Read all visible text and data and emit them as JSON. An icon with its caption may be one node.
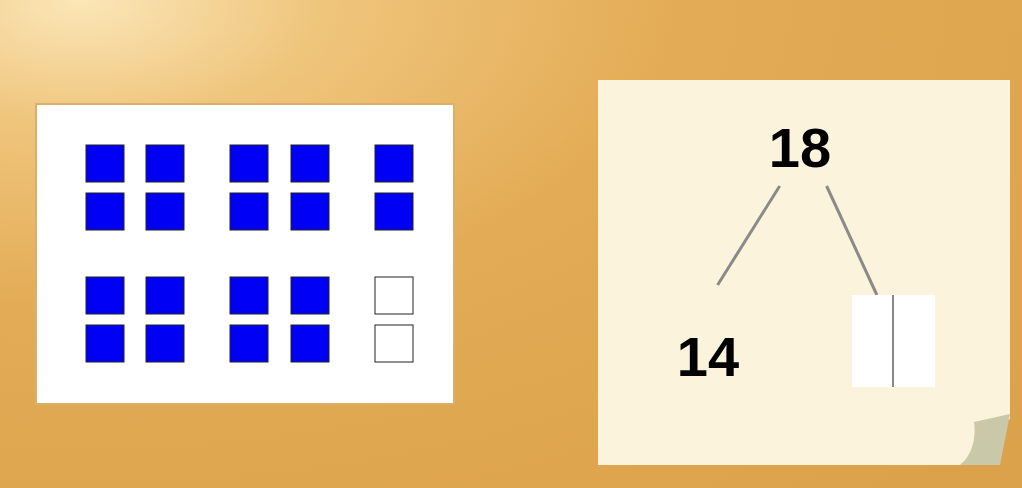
{
  "diagram": {
    "nodes": [
      {
        "text": [
          "18"
        ]
      },
      {
        "text": [
          "14"
        ]
      },
      {
        "text": [],
        "shape": "box"
      }
    ],
    "edges": [
      {
        "from": 0,
        "to": 1,
        "arrow": "none"
      },
      {
        "from": 0,
        "to": 2,
        "arrow": "none"
      }
    ]
  }
}
